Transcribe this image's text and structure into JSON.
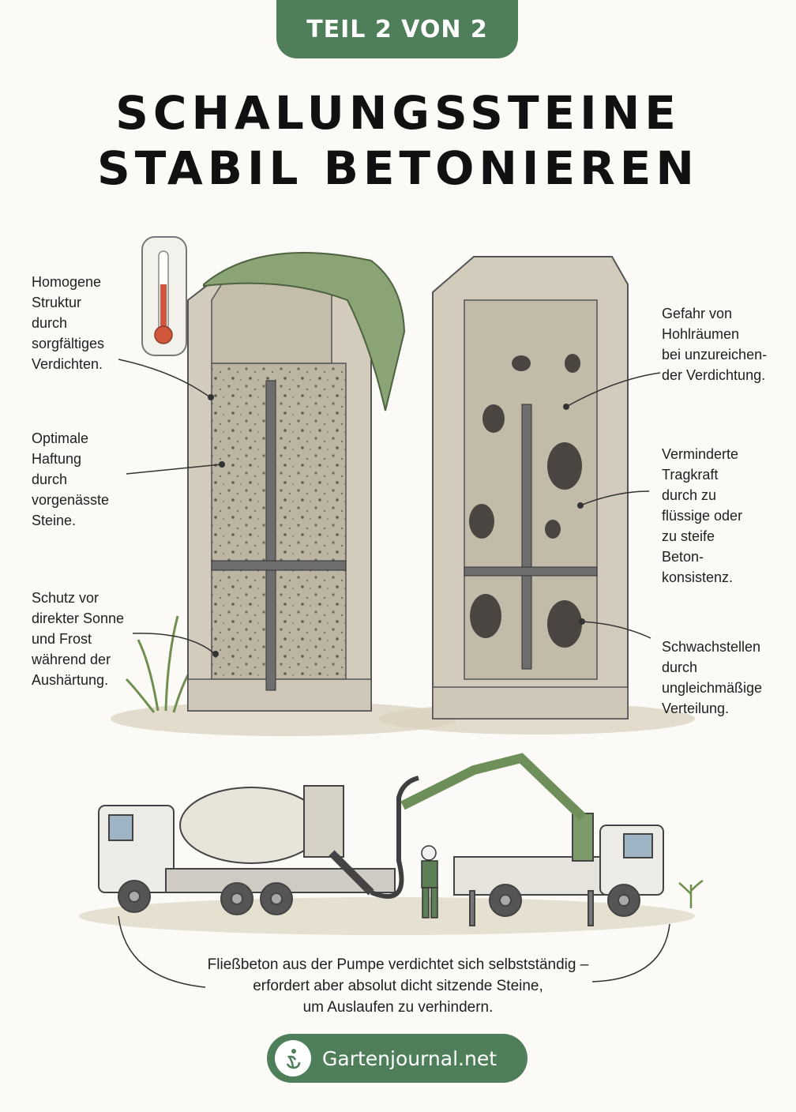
{
  "badge": {
    "text": "TEIL 2 VON 2"
  },
  "title": {
    "line1": "SCHALUNGSSTEINE",
    "line2": "STABIL BETONIEREN"
  },
  "left_labels": [
    "Homogene\nStruktur\ndurch\nsorgfältiges\nVerdichten.",
    "Optimale\nHaftung\ndurch\nvorgenässte\nSteine.",
    "Schutz vor\ndirekter Sonne\nund Frost\nwährend der\nAushärtung."
  ],
  "right_labels": [
    "Gefahr von\nHohlräumen\nbei unzureichen-\nder Verdichtung.",
    "Verminderte\nTragkraft\ndurch zu\nflüssige oder\nzu steife\nBeton-\nkonsistenz.",
    "Schwachstellen\ndurch\nungleichmäßige\nVerteilung."
  ],
  "caption": {
    "line1": "Fließbeton aus der Pumpe verdichtet sich selbstständig –",
    "line2": "erfordert aber absolut dicht sitzende Steine,",
    "line3": "um Auslaufen zu verhindern."
  },
  "footer": {
    "brand": "Gartenjournal.net",
    "icon": "sprout-logo-icon"
  },
  "colors": {
    "accent": "#4f7f5a",
    "concrete": "#cfc8b8",
    "cloth": "#7f9a6a",
    "rebar": "#6e6e6e"
  }
}
